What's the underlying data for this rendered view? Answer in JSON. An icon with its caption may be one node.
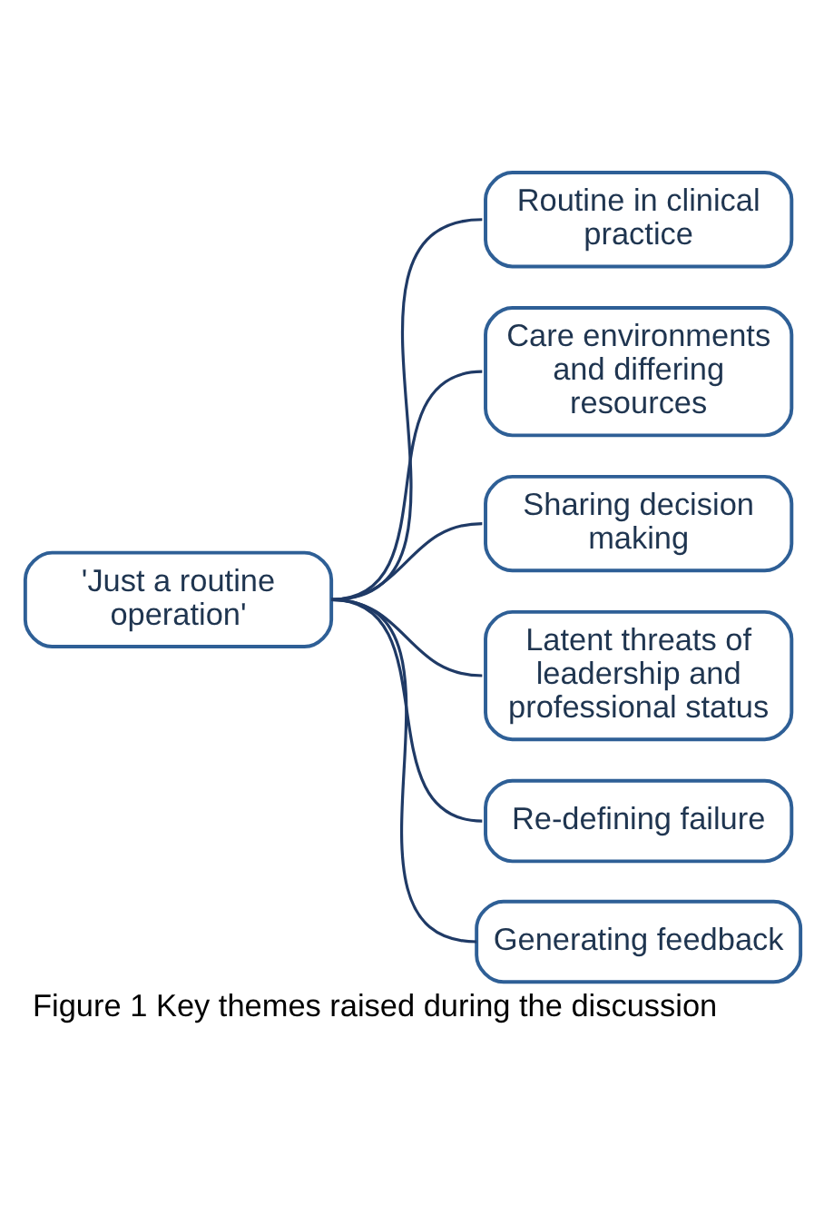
{
  "diagram": {
    "caption": "Figure 1 Key themes raised during the discussion",
    "nodes": [
      {
        "text": [
          "'Just a routine operation'"
        ]
      },
      {
        "text": [
          "Routine in clinical practice"
        ]
      },
      {
        "text": [
          "Care environments and differing resources"
        ]
      },
      {
        "text": [
          "Sharing decision making"
        ]
      },
      {
        "text": [
          "Latent threats of leadership and professional status"
        ]
      },
      {
        "text": [
          "Re-defining failure"
        ]
      },
      {
        "text": [
          "Generating feedback"
        ]
      }
    ],
    "edges": [
      {
        "from": 0,
        "to": 1,
        "arrow": "none"
      },
      {
        "from": 0,
        "to": 2,
        "arrow": "none"
      },
      {
        "from": 0,
        "to": 3,
        "arrow": "none"
      },
      {
        "from": 0,
        "to": 4,
        "arrow": "none"
      },
      {
        "from": 0,
        "to": 5,
        "arrow": "none"
      },
      {
        "from": 0,
        "to": 6,
        "arrow": "none"
      }
    ]
  }
}
